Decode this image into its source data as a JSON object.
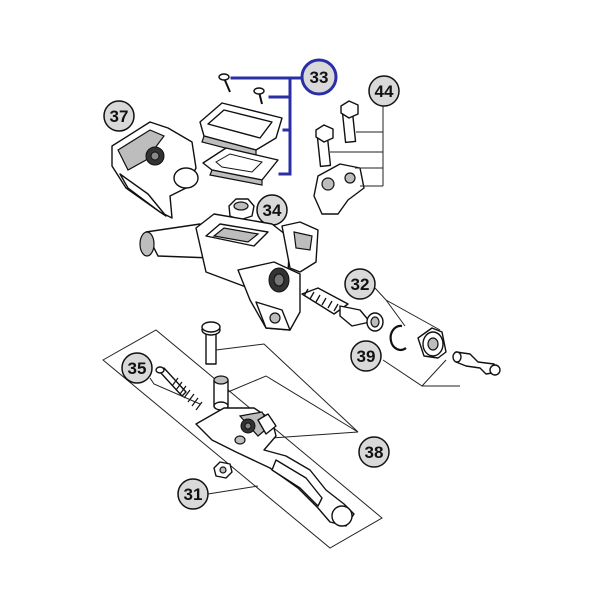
{
  "callouts": {
    "c33": "33",
    "c37": "37",
    "c44": "44",
    "c34": "34",
    "c32": "32",
    "c35": "35",
    "c39": "39",
    "c38": "38",
    "c31": "31"
  },
  "colors": {
    "highlight": "#2b2fa6",
    "line": "#111111",
    "shade": "#bdbdbd",
    "callout_fill": "#d9d9d9"
  }
}
